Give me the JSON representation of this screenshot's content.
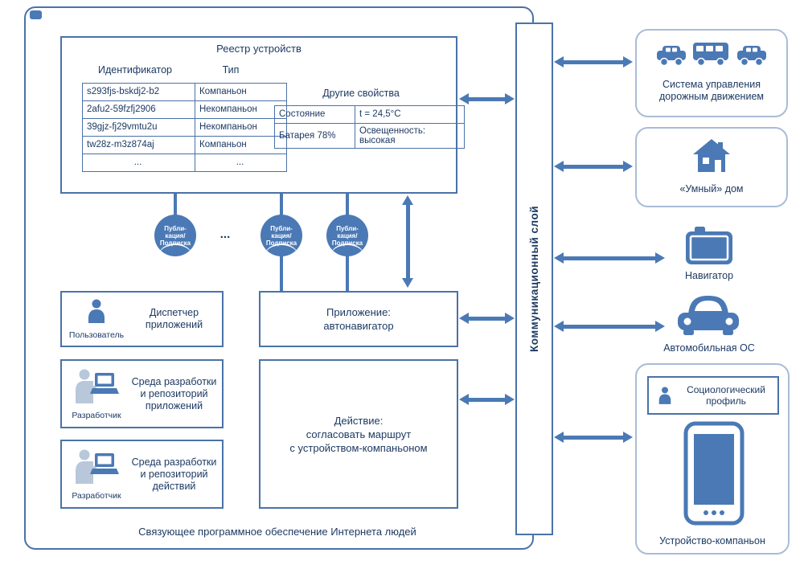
{
  "colors": {
    "primary": "#4a79b5",
    "box_border": "#4a72a8",
    "soft_border": "#a9bcd6",
    "text": "#1d3a63"
  },
  "registry": {
    "title": "Реестр устройств",
    "columns": [
      "Идентификатор",
      "Тип"
    ],
    "rows": [
      {
        "id": "s293fjs-bskdj2-b2",
        "type": "Компаньон"
      },
      {
        "id": "2afu2-59fzfj2906",
        "type": "Некомпаньон"
      },
      {
        "id": "39gjz-fj29vmtu2u",
        "type": "Некомпаньон"
      },
      {
        "id": "tw28z-m3z874aj",
        "type": "Компаньон"
      },
      {
        "id": "...",
        "type": "..."
      }
    ],
    "props_title": "Другие свойства",
    "props": [
      {
        "name": "Состояние",
        "value": "t = 24,5°C"
      },
      {
        "name": "Батарея 78%",
        "value": "Освещенность:\nвысокая"
      }
    ]
  },
  "pubsub": {
    "label": "Публи-\nкация/\nПодписка",
    "dots": "..."
  },
  "left_boxes": {
    "dispatcher": {
      "label": "Диспетчер\nприложений",
      "caption": "Пользователь"
    },
    "dev_apps": {
      "label": "Среда разработки\nи репозиторий\nприложений",
      "caption": "Разработчик"
    },
    "dev_actions": {
      "label": "Среда разработки\nи репозиторий\nдействий",
      "caption": "Разработчик"
    }
  },
  "center_boxes": {
    "application": "Приложение:\nавтонавигатор",
    "action": "Действие:\nсогласовать маршрут\nс устройством-компаньоном"
  },
  "comm_layer": "Коммуникационный слой",
  "right_items": {
    "traffic": "Система управления\nдорожным движением",
    "smart_home": "«Умный» дом",
    "navigator": "Навигатор",
    "car_os": "Автомобильная ОС",
    "social_profile": "Социологический\nпрофиль",
    "companion": "Устройство-компаньон"
  },
  "footer": "Связующее программное обеспечение Интернета людей"
}
